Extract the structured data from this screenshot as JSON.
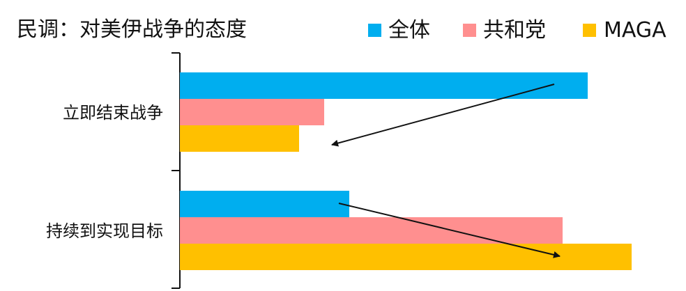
{
  "chart_data": {
    "type": "bar",
    "orientation": "horizontal",
    "title": "民调：对美伊战争的态度",
    "categories": [
      "立即结束战争",
      "持续到实现目标"
    ],
    "series": [
      {
        "name": "全体",
        "color": "#00AEEF",
        "values": [
          65,
          27
        ]
      },
      {
        "name": "共和党",
        "color": "#FF8F8F",
        "values": [
          23,
          61
        ]
      },
      {
        "name": "MAGA",
        "color": "#FFC000",
        "values": [
          19,
          72
        ]
      }
    ],
    "xlim": [
      0,
      80
    ],
    "xlabel": "",
    "ylabel": "",
    "grid": false,
    "legend_position": "top-right",
    "annotations": [
      {
        "type": "arrow",
        "direction": "down-left",
        "meaning": "decreasing"
      },
      {
        "type": "arrow",
        "direction": "down-right",
        "meaning": "increasing"
      }
    ]
  }
}
